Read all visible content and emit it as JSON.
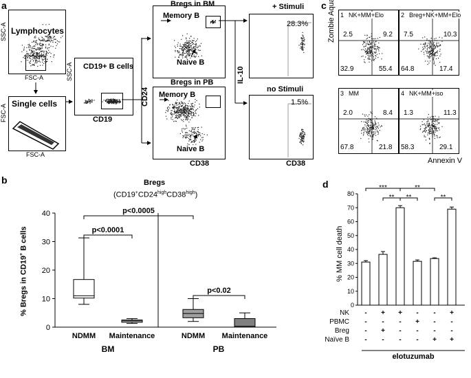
{
  "panel_a": {
    "letter": "a",
    "gate1": {
      "y": "SSC-A",
      "x": "FSC-A",
      "label": "Lymphocytes"
    },
    "gate2": {
      "y": "FSC-A",
      "x": "FSC-A",
      "label": "Single cells"
    },
    "gate3": {
      "y": "SSC-A",
      "x": "CD19",
      "label": "CD19+ B cells"
    },
    "bm_plot": {
      "title": "Bregs in BM",
      "memory": "Memory B",
      "naive": "Naive B"
    },
    "pb_plot": {
      "title": "Bregs in PB",
      "memory": "Memory B",
      "naive": "Naive B"
    },
    "cd24_label": "CD24",
    "cd38_label": "CD38",
    "il10_label": "IL-10",
    "stim_plot": {
      "title": "+ Stimuli",
      "pct": "28.3%"
    },
    "nostim_plot": {
      "title": "no Stimuli",
      "pct": "1.5%"
    },
    "cd38_label2": "CD38"
  },
  "panel_b": {
    "letter": "b",
    "title": "Bregs",
    "subtitle_main": "(CD19",
    "subtitle_rest": "CD24",
    "subtitle_sup1": "+",
    "subtitle_sup2": "high",
    "subtitle_mid": "CD38",
    "subtitle_sup3": "high",
    "subtitle_end": ")",
    "ylabel_pre": "% Bregs in CD19",
    "ylabel_sup": "+",
    "ylabel_post": " B cells",
    "p1": "p<0.0005",
    "p2": "p<0.0001",
    "p3": "p<0.02",
    "groups": [
      "BM",
      "PB"
    ],
    "chart_data": {
      "type": "box",
      "categories": [
        "NDMM",
        "Maintenance",
        "NDMM",
        "Maintenance"
      ],
      "group": [
        "BM",
        "BM",
        "PB",
        "PB"
      ],
      "ylim": [
        0,
        40
      ],
      "yticks": [
        "0",
        "10",
        "20",
        "30",
        "40"
      ],
      "boxes": [
        {
          "min": 8,
          "q1": 10.2,
          "median": 11,
          "q3": 16.7,
          "max": 31.3,
          "color": "#ffffff"
        },
        {
          "min": 1.3,
          "q1": 1.7,
          "median": 2.2,
          "q3": 2.5,
          "max": 3,
          "color": "#c8c8c8"
        },
        {
          "min": 2,
          "q1": 3.3,
          "median": 4.8,
          "q3": 6.2,
          "max": 10,
          "color": "#a0a0a0"
        },
        {
          "min": 0,
          "q1": 0,
          "median": 0.3,
          "q3": 3,
          "max": 5,
          "color": "#808080"
        }
      ]
    }
  },
  "panel_c": {
    "letter": "c",
    "ylabel": "Zombie Aqua",
    "xlabel": "Annexin V",
    "plots": [
      {
        "num": "1",
        "title": "NK+MM+Elo",
        "ul": "2.5",
        "ur": "9.2",
        "ll": "32.9",
        "lr": "55.4"
      },
      {
        "num": "2",
        "title": "Breg+NK+MM+Elo",
        "ul": "7.5",
        "ur": "10.3",
        "ll": "64.8",
        "lr": "17.4"
      },
      {
        "num": "3",
        "title": "MM",
        "ul": "2.0",
        "ur": "8.4",
        "ll": "67.8",
        "lr": "21.8"
      },
      {
        "num": "4",
        "title": "NK+MM+iso",
        "ul": "1.3",
        "ur": "11.3",
        "ll": "58.3",
        "lr": "29.1"
      }
    ]
  },
  "panel_d": {
    "letter": "d",
    "ylabel": "% MM cell death",
    "xlabel": "elotuzumab",
    "row_labels": [
      "NK",
      "PBMC",
      "Breg",
      "Naïve B"
    ],
    "row_signs": [
      [
        "-",
        "+",
        "+",
        "-",
        "-",
        "+"
      ],
      [
        "-",
        "-",
        "-",
        "+",
        "-",
        "-"
      ],
      [
        "-",
        "+",
        "-",
        "-",
        "-",
        "-"
      ],
      [
        "-",
        "-",
        "-",
        "-",
        "+",
        "+"
      ]
    ],
    "sig": [
      "***",
      "**",
      "**",
      "**",
      "**"
    ],
    "chart_data": {
      "type": "bar",
      "ylim": [
        0,
        80
      ],
      "yticks": [
        "0",
        "10",
        "20",
        "30",
        "40",
        "50",
        "60",
        "70",
        "80"
      ],
      "values": [
        31,
        36.5,
        70,
        31.5,
        33.5,
        69
      ],
      "errors": [
        1,
        2,
        1.5,
        1,
        0.5,
        1.5
      ]
    }
  }
}
